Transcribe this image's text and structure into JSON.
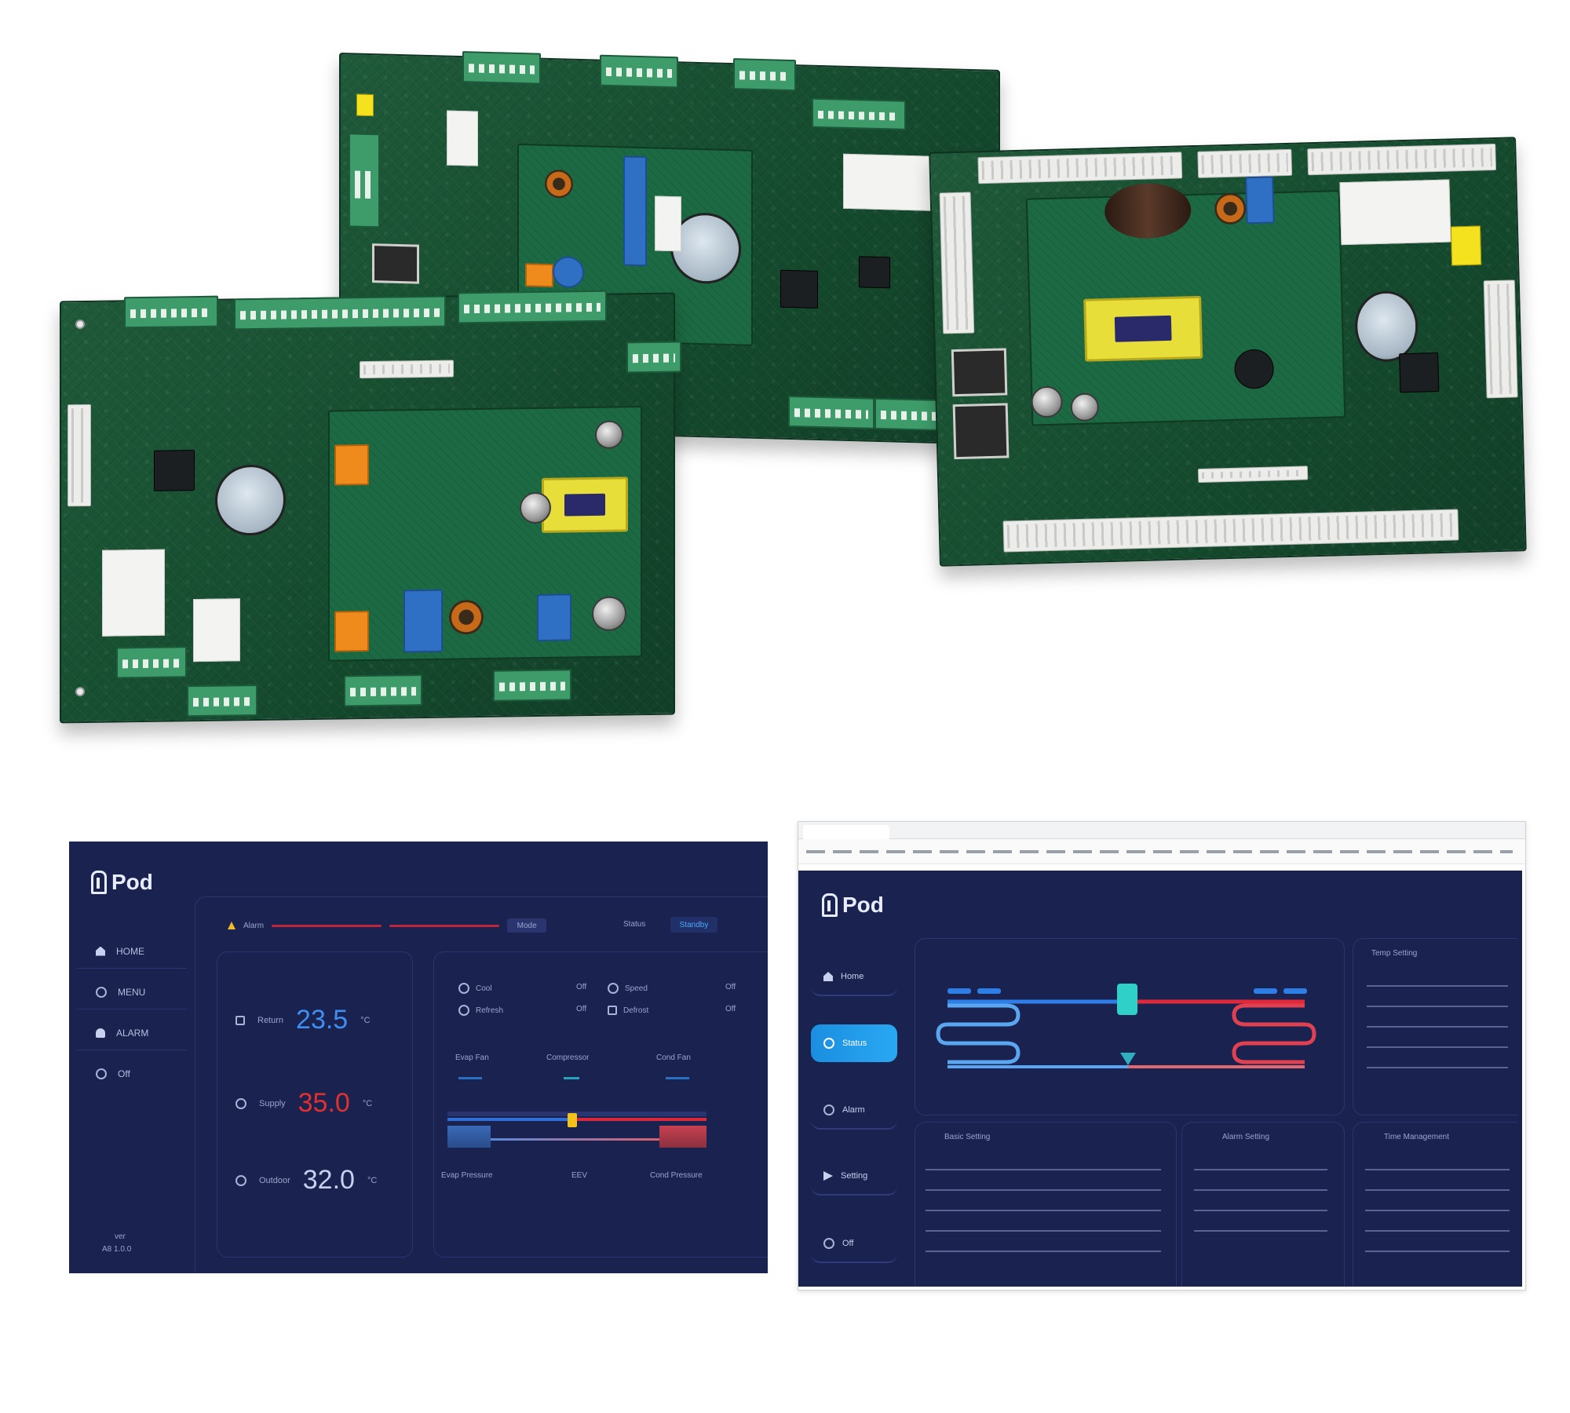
{
  "app_name": "Pod",
  "dashboard1": {
    "sidebar_items": [
      {
        "icon": "home-icon",
        "label": "HOME"
      },
      {
        "icon": "status-icon",
        "label": "MENU"
      },
      {
        "icon": "alarm-bell-icon",
        "label": "ALARM"
      },
      {
        "icon": "power-icon",
        "label": "Off"
      }
    ],
    "alarm_label": "Alarm",
    "mode_label": "Mode",
    "status_label": "Status",
    "status_value": "Standby",
    "readings": [
      {
        "icon": "sensor-icon",
        "label": "Return",
        "value": "23.5",
        "unit": "°C",
        "color": "#3f8ef0"
      },
      {
        "icon": "sensor-icon",
        "label": "Supply",
        "value": "35.0",
        "unit": "°C",
        "color": "#e03030"
      },
      {
        "icon": "sensor-icon",
        "label": "Outdoor",
        "value": "32.0",
        "unit": "°C",
        "color": "#c8d0ee"
      }
    ],
    "modes": [
      "Cool",
      "Off",
      "Speed",
      "Off",
      "Refresh",
      "Off",
      "Defrost",
      "Off"
    ],
    "component_labels": [
      "Evap Fan",
      "Compressor",
      "Cond Fan"
    ],
    "bottom_labels": [
      "Evap Pressure",
      "EEV",
      "Cond Pressure"
    ],
    "footer": [
      "ver",
      "A8 1.0.0"
    ]
  },
  "dashboard2": {
    "sidebar_items": [
      {
        "icon": "home-icon",
        "label": "Home",
        "active": false
      },
      {
        "icon": "status-icon",
        "label": "Status",
        "active": true
      },
      {
        "icon": "alarm-icon",
        "label": "Alarm",
        "active": false
      },
      {
        "icon": "play-icon",
        "label": "Setting",
        "active": false
      },
      {
        "icon": "power-icon",
        "label": "Off",
        "active": false
      }
    ],
    "panels": [
      "Basic Setting",
      "Alarm Setting",
      "Time Management",
      "Temp Setting"
    ]
  },
  "colors": {
    "dash_bg": "#1a2350",
    "accent_blue": "#2aa8f2",
    "hot": "#e03030",
    "cold": "#3f8ef0",
    "valve": "#2fd0c8"
  }
}
